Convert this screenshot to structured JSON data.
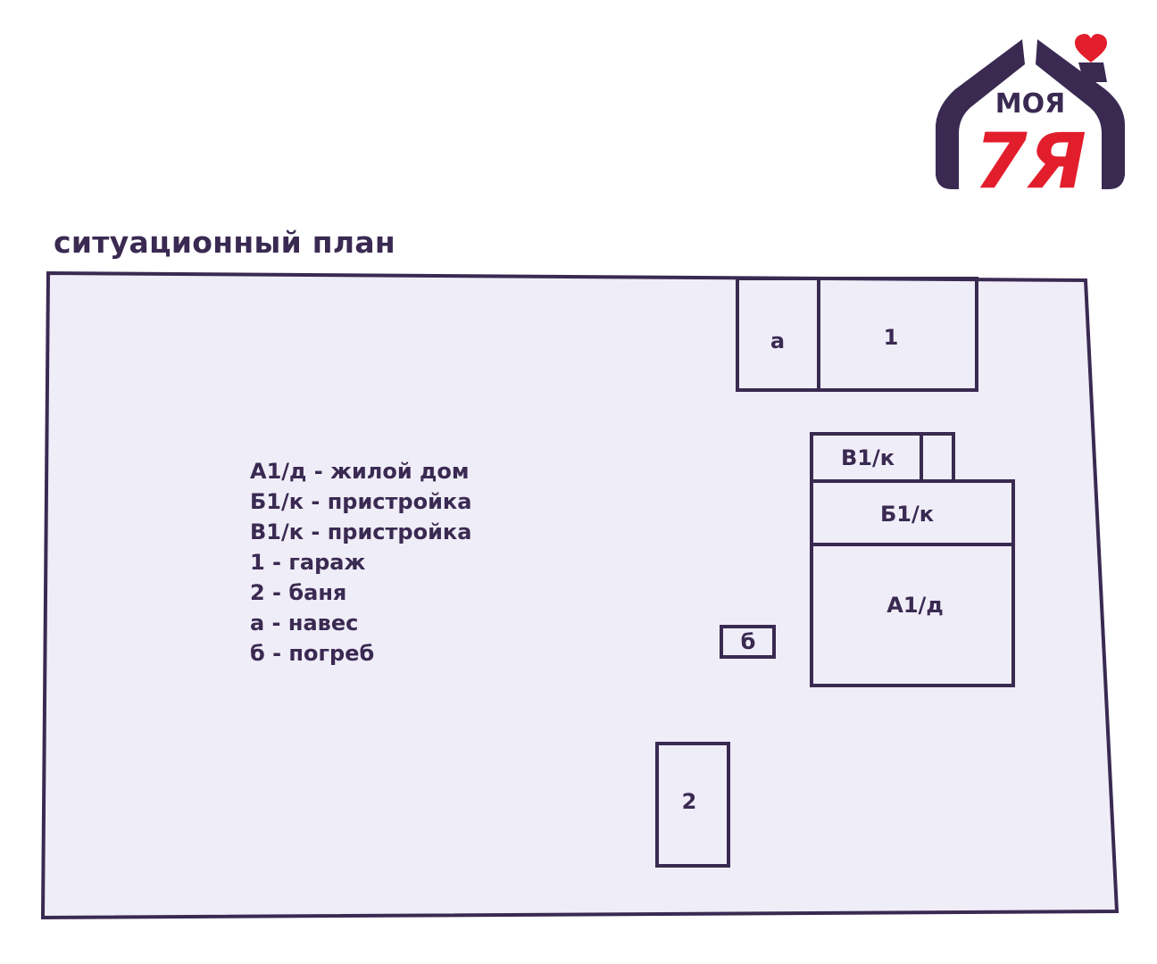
{
  "title": "ситуационный план",
  "logo": {
    "top_text": "МОЯ",
    "main_text": "7Я",
    "colors": {
      "house": "#3a2a52",
      "heart": "#e31e2c",
      "main": "#e31e2c"
    }
  },
  "plot": {
    "fill": "#efedf7",
    "stroke": "#3a2a52"
  },
  "buildings": {
    "canopy": "а",
    "garage": "1",
    "extension_v": "В1/к",
    "extension_b": "Б1/к",
    "house": "А1/д",
    "cellar": "б",
    "bathhouse": "2"
  },
  "legend": [
    "А1/д - жилой дом",
    "Б1/к - пристройка",
    "В1/к - пристройка",
    "1 - гараж",
    "2 - баня",
    "а - навес",
    "б - погреб"
  ]
}
